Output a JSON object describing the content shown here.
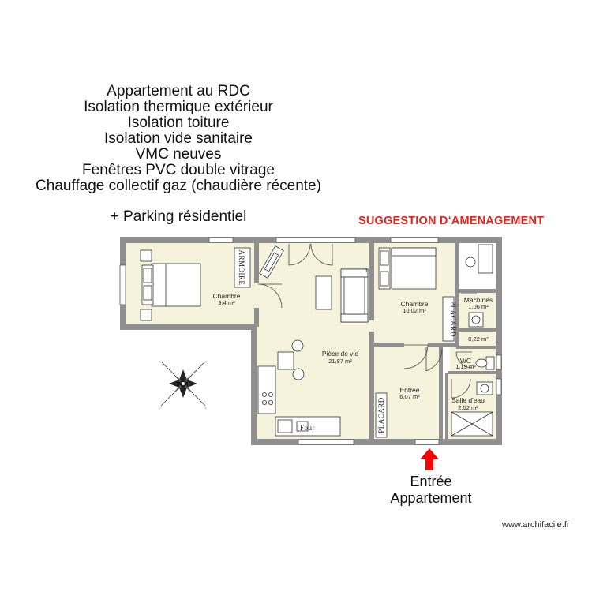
{
  "features": [
    "Appartement au RDC",
    "Isolation thermique extérieur",
    "Isolation toiture",
    "Isolation vide sanitaire",
    "VMC neuves",
    "Fenêtres PVC double vitrage",
    "Chauffage collectif gaz (chaudière récente)"
  ],
  "parking": "+ Parking résidentiel",
  "suggestion": "SUGGESTION D‘AMENAGEMENT",
  "entrance_line1": "Entrée",
  "entrance_line2": "Appartement",
  "watermark": "www.archifacile.fr",
  "rooms": {
    "chambre1": {
      "name": "Chambre",
      "area": "9,4 m²"
    },
    "piece_de_vie": {
      "name": "Pièce de vie",
      "area": "21,87 m²"
    },
    "chambre2": {
      "name": "Chambre",
      "area": "10,02 m²"
    },
    "machines": {
      "name": "Machines",
      "area": "1,06 m²"
    },
    "placard_small": {
      "area": "0,22 m²"
    },
    "wc": {
      "name": "WC",
      "area": "1,19 m²"
    },
    "entree": {
      "name": "Entrée",
      "area": "6,07 m²"
    },
    "salle_deau": {
      "name": "Salle d'eau",
      "area": "2,52 m²"
    }
  },
  "furniture": {
    "armoire": "ARMOIRE",
    "placard1": "PLACARD",
    "placard2": "PLACARD",
    "four": "Four",
    "one": "1"
  },
  "colors": {
    "wall": "#8f8f8f",
    "floor": "#f6f3dc",
    "arrow": "#ff0000",
    "suggestion": "#e8201a"
  }
}
